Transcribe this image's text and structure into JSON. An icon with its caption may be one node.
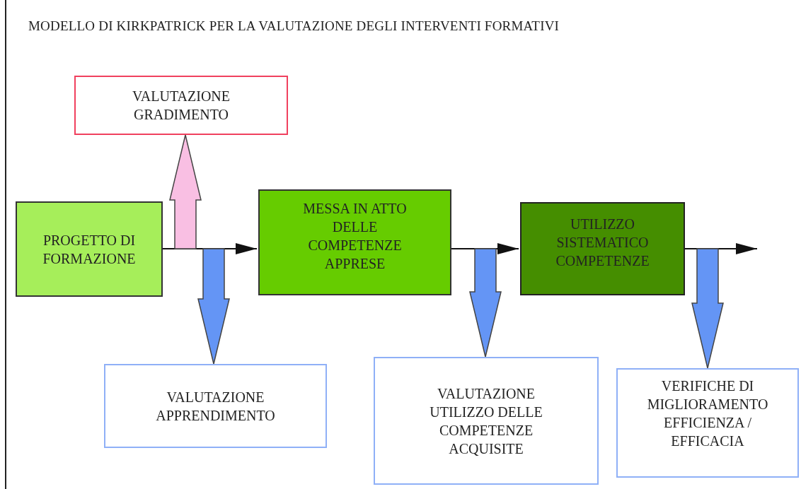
{
  "diagram": {
    "title": "MODELLO DI KIRKPATRICK PER LA VALUTAZIONE DEGLI INTERVENTI FORMATIVI",
    "nodes": [
      {
        "text": [
          "VALUTAZIONE GRADIMENTO"
        ]
      },
      {
        "text": [
          "PROGETTO DI FORMAZIONE"
        ]
      },
      {
        "text": [
          "MESSA IN ATTO DELLE COMPETENZE APPRESE"
        ]
      },
      {
        "text": [
          "UTILIZZO SISTEMATICO COMPETENZE"
        ]
      },
      {
        "text": [
          "VALUTAZIONE APPRENDIMENTO"
        ]
      },
      {
        "text": [
          "VALUTAZIONE UTILIZZO DELLE COMPETENZE ACQUISITE"
        ]
      },
      {
        "text": [
          "VERIFICHE DI MIGLIORAMENTO EFFICIENZA / EFFICACIA"
        ]
      }
    ],
    "edges": [
      {
        "from": 1,
        "to": 2,
        "arrow": "to"
      },
      {
        "from": 2,
        "to": 3,
        "arrow": "to"
      },
      {
        "from": 3,
        "to": null,
        "arrow": "to"
      },
      {
        "from": null,
        "to": 0,
        "arrow": "to",
        "style": "thick",
        "color": "#f9bfe3"
      },
      {
        "from": null,
        "to": 4,
        "arrow": "to",
        "style": "thick",
        "color": "#6495f5"
      },
      {
        "from": null,
        "to": 5,
        "arrow": "to",
        "style": "thick",
        "color": "#6495f5"
      },
      {
        "from": null,
        "to": 6,
        "arrow": "to",
        "style": "thick",
        "color": "#6495f5"
      }
    ]
  }
}
